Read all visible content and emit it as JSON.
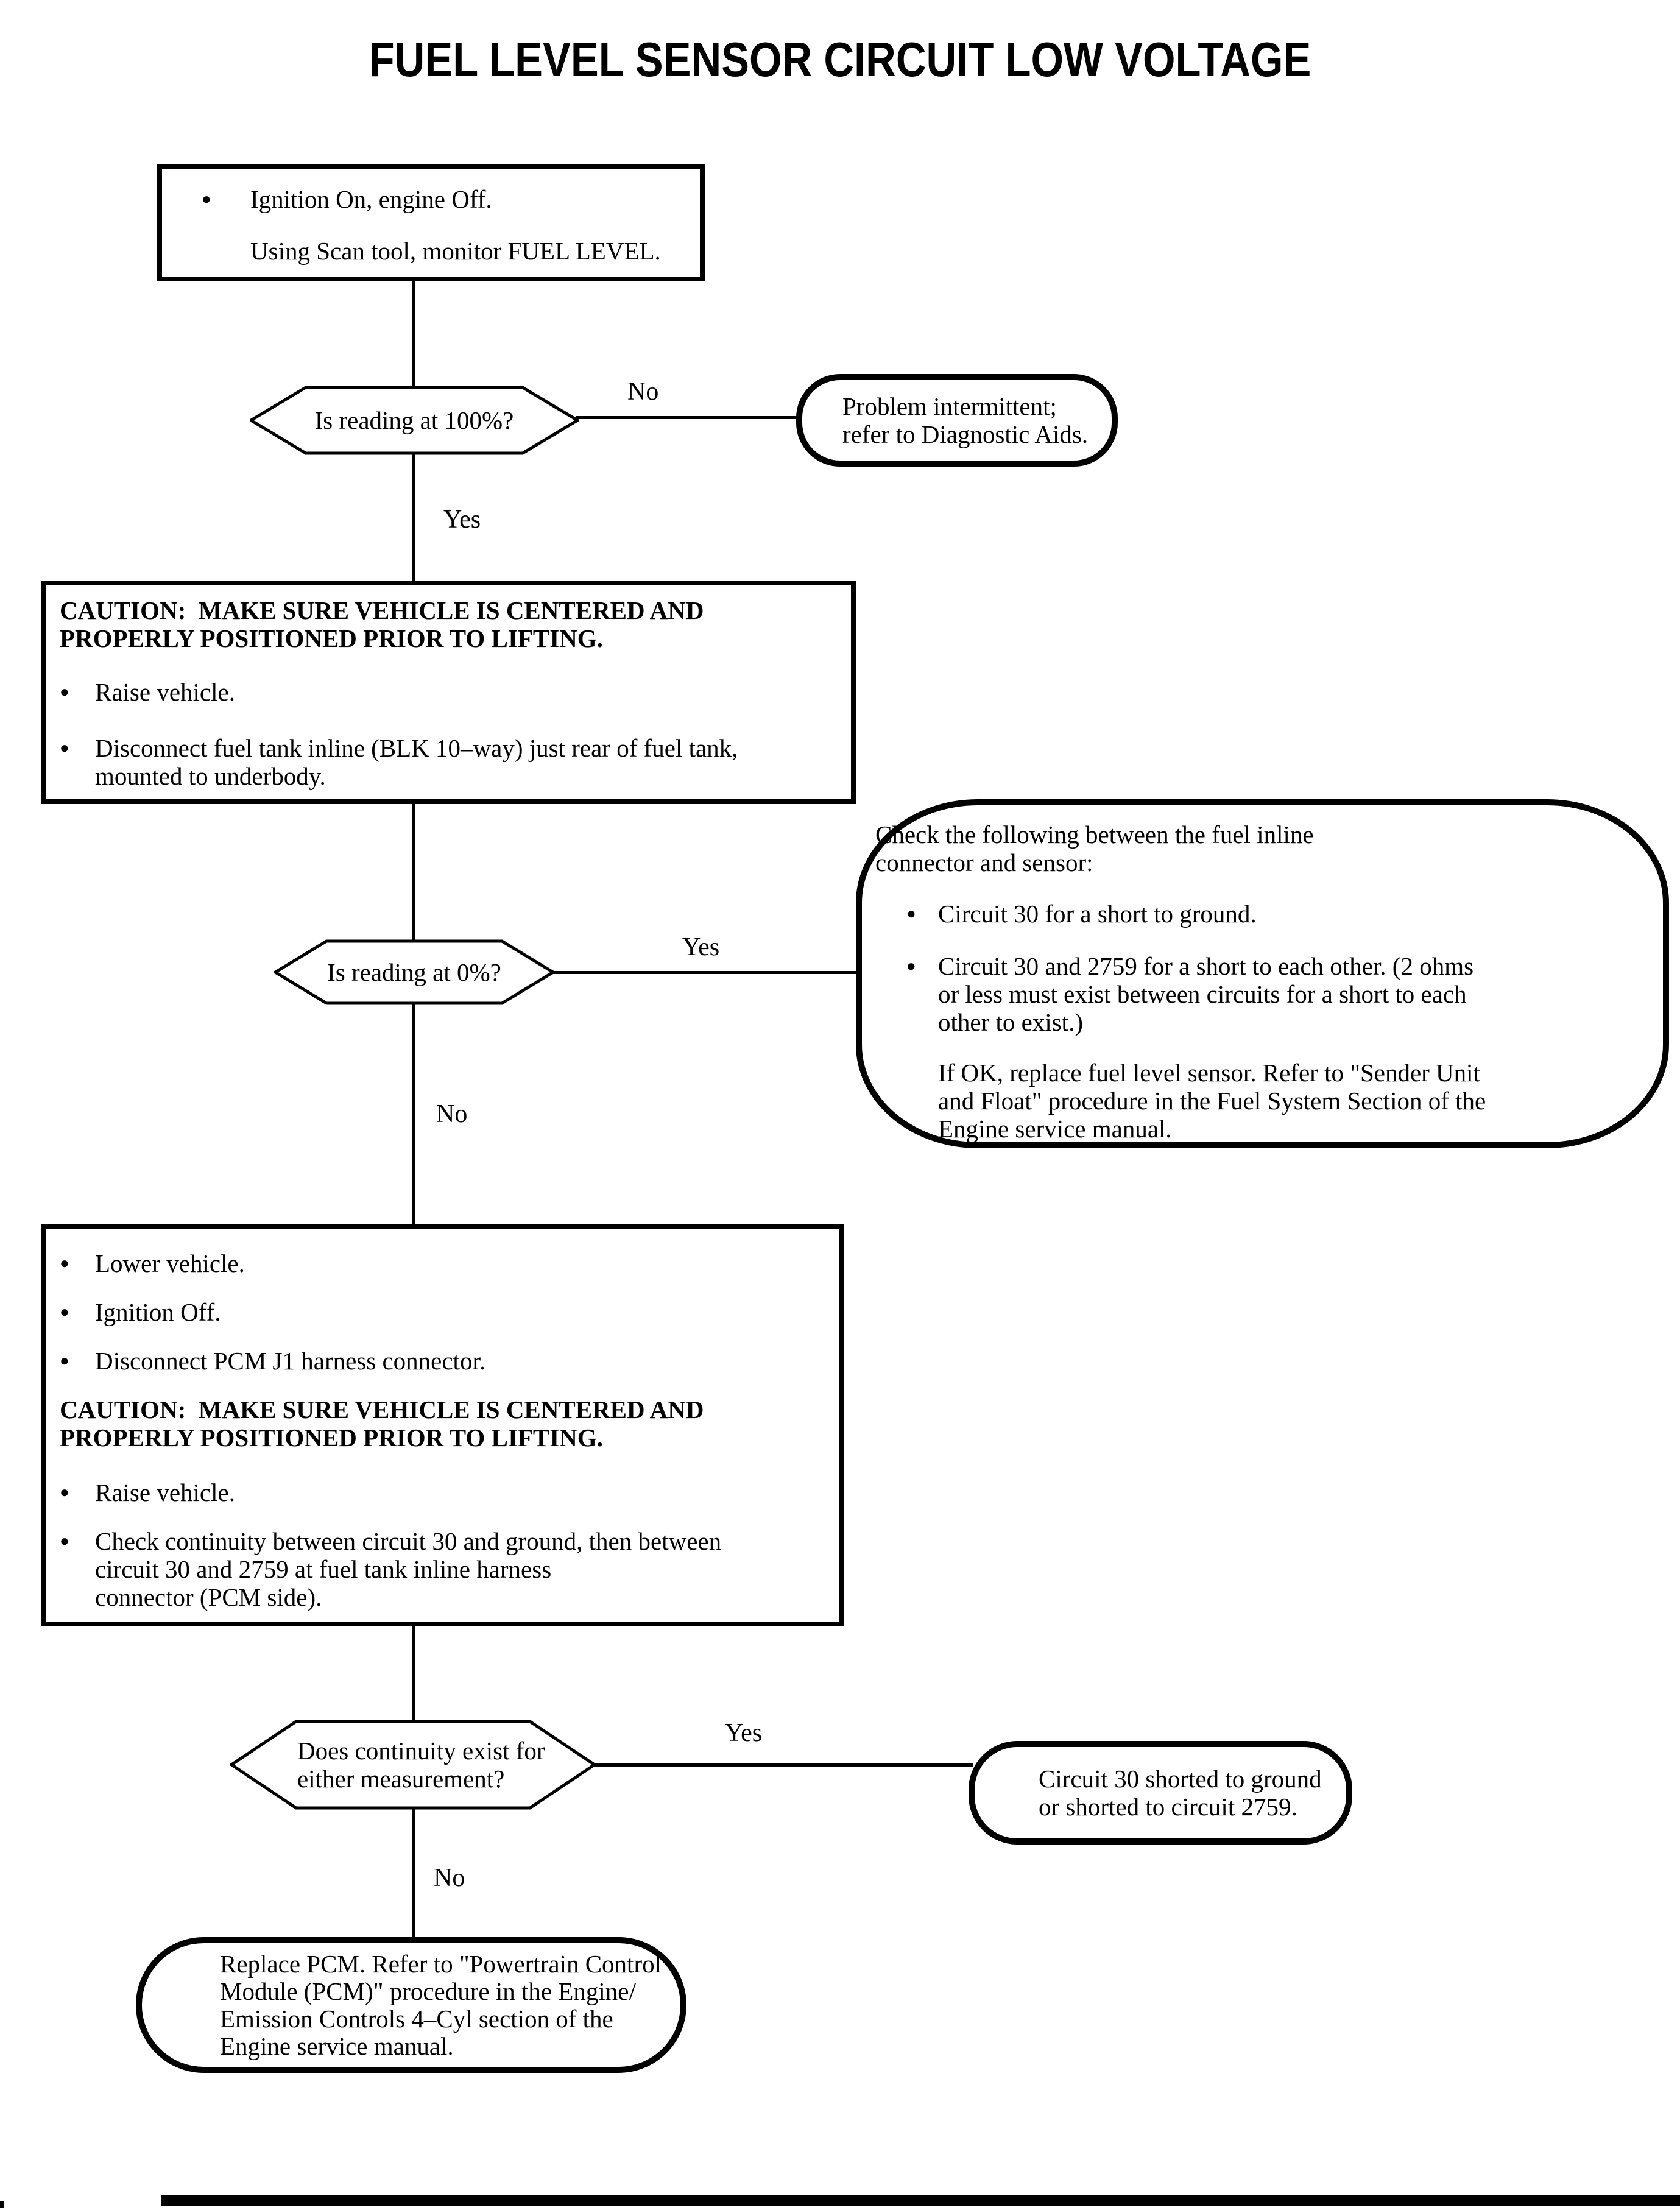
{
  "title": "FUEL LEVEL SENSOR CIRCUIT LOW VOLTAGE",
  "labels": {
    "yes": "Yes",
    "no": "No"
  },
  "glyphs": {
    "bullet": "●"
  },
  "colors": {
    "ink": "#000000",
    "paper": "#ffffff"
  },
  "nodes": {
    "start_box": {
      "bullet1": "Ignition On, engine Off.",
      "line2": "Using Scan tool, monitor FUEL LEVEL."
    },
    "decision_100": {
      "question": "Is reading at 100%?"
    },
    "terminal_intermittent": {
      "text": "Problem intermittent;\nrefer to Diagnostic Aids."
    },
    "caution_box": {
      "heading": "CAUTION:  MAKE SURE VEHICLE IS CENTERED AND\nPROPERLY POSITIONED PRIOR TO LIFTING.",
      "bullet1": "Raise vehicle.",
      "bullet2": "Disconnect fuel tank inline (BLK 10–way) just rear of fuel tank,\nmounted to underbody."
    },
    "decision_0": {
      "question": "Is reading at 0%?"
    },
    "terminal_check": {
      "intro": "Check the following between the fuel inline\nconnector and sensor:",
      "bullet1": "Circuit 30 for a short to ground.",
      "bullet2": "Circuit 30 and 2759 for a short to each other. (2 ohms\nor less must exist between circuits for a short to each\nother to exist.)",
      "footer": "If OK, replace fuel level sensor. Refer to \"Sender Unit\nand Float\" procedure in the Fuel System Section of the\nEngine service manual."
    },
    "procedure_box": {
      "bullet1": "Lower vehicle.",
      "bullet2": "Ignition Off.",
      "bullet3": "Disconnect PCM J1 harness connector.",
      "caution": "CAUTION:  MAKE SURE VEHICLE IS CENTERED AND\nPROPERLY POSITIONED PRIOR TO LIFTING.",
      "bullet4": "Raise vehicle.",
      "bullet5": "Check continuity between circuit 30 and ground, then between\ncircuit 30 and 2759 at fuel tank inline harness\nconnector (PCM side)."
    },
    "decision_continuity": {
      "question": "Does continuity exist for\neither measurement?"
    },
    "terminal_shorted": {
      "text": "Circuit 30 shorted to ground\nor shorted to circuit 2759."
    },
    "terminal_replace_pcm": {
      "text": "Replace PCM. Refer to \"Powertrain Control\nModule (PCM)\" procedure in the Engine/\nEmission Controls 4–Cyl section of the\nEngine service manual."
    }
  }
}
